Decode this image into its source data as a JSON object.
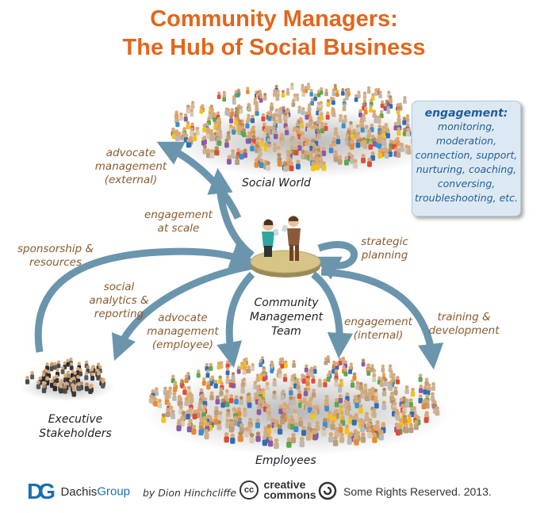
{
  "title": {
    "line1": "Community Managers:",
    "line2": "The Hub of Social Business"
  },
  "nodes": {
    "social_world": "Social World",
    "team_line1": "Community",
    "team_line2": "Management",
    "team_line3": "Team",
    "executive_line1": "Executive",
    "executive_line2": "Stakeholders",
    "employees": "Employees"
  },
  "flows": {
    "advocate_external": [
      "advocate",
      "management",
      "(external)"
    ],
    "engagement_scale": [
      "engagement",
      "at scale"
    ],
    "strategic_planning": [
      "strategic",
      "planning"
    ],
    "sponsorship": [
      "sponsorship &",
      "resources"
    ],
    "social_analytics": [
      "social",
      "analytics &",
      "reporting"
    ],
    "advocate_employee": [
      "advocate",
      "management",
      "(employee)"
    ],
    "engagement_internal": [
      "engagement",
      "(internal)"
    ],
    "training": [
      "training &",
      "development"
    ]
  },
  "engagement_box": {
    "heading": "engagement:",
    "items": [
      "monitoring,",
      "moderation,",
      "connection, support,",
      "nurturing, coaching,",
      "conversing,",
      "troubleshooting, etc."
    ]
  },
  "footer": {
    "logo_mark": "DG",
    "brand_part1": "Dachis",
    "brand_part2": "Group",
    "author": "by Dion Hinchcliffe",
    "cc_mark": "cc",
    "cc_line1": "creative",
    "cc_line2": "commons",
    "rights": "Some Rights Reserved. 2013."
  },
  "colors": {
    "title": "#e2661b",
    "arrow": "#6a95ad",
    "label": "#8a5a2e",
    "box_text": "#1f5c9e",
    "box_bg": "#dde9f2",
    "hub": "#d7c487"
  }
}
